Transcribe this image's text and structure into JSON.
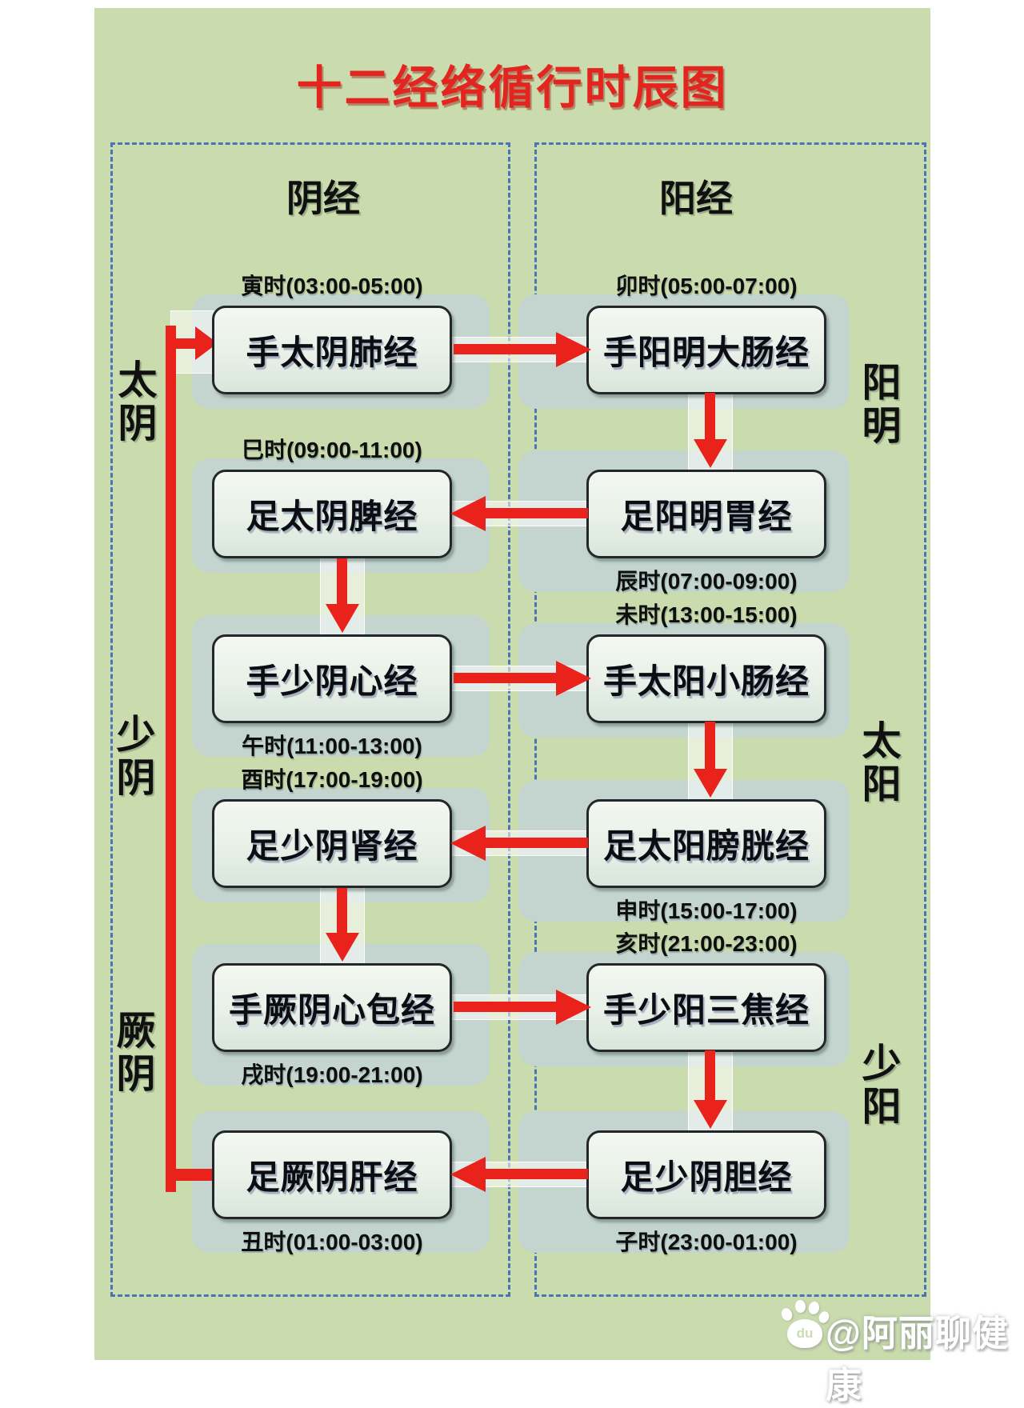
{
  "title": "十二经络循行时辰图",
  "columns": {
    "yin": "阴经",
    "yang": "阳经"
  },
  "side_labels": {
    "left": [
      "太阴",
      "少阴",
      "厥阴"
    ],
    "right": [
      "阳明",
      "太阳",
      "少阳"
    ]
  },
  "rows": [
    {
      "left": {
        "name": "手太阴肺经",
        "time": "寅时(03:00-05:00)",
        "time_pos": "above"
      },
      "right": {
        "name": "手阳明大肠经",
        "time": "卯时(05:00-07:00)",
        "time_pos": "above"
      },
      "arrow": "left-to-right"
    },
    {
      "left": {
        "name": "足太阴脾经",
        "time": "巳时(09:00-11:00)",
        "time_pos": "above"
      },
      "right": {
        "name": "足阳明胃经",
        "time": "辰时(07:00-09:00)",
        "time_pos": "below"
      },
      "arrow": "right-to-left"
    },
    {
      "left": {
        "name": "手少阴心经",
        "time": "午时(11:00-13:00)",
        "time_pos": "below"
      },
      "right": {
        "name": "手太阳小肠经",
        "time": "未时(13:00-15:00)",
        "time_pos": "above"
      },
      "arrow": "left-to-right"
    },
    {
      "left": {
        "name": "足少阴肾经",
        "time": "酉时(17:00-19:00)",
        "time_pos": "above"
      },
      "right": {
        "name": "足太阳膀胱经",
        "time": "申时(15:00-17:00)",
        "time_pos": "below"
      },
      "arrow": "right-to-left"
    },
    {
      "left": {
        "name": "手厥阴心包经",
        "time": "戌时(19:00-21:00)",
        "time_pos": "below"
      },
      "right": {
        "name": "手少阳三焦经",
        "time": "亥时(21:00-23:00)",
        "time_pos": "above"
      },
      "arrow": "left-to-right"
    },
    {
      "left": {
        "name": "足厥阴肝经",
        "time": "丑时(01:00-03:00)",
        "time_pos": "below"
      },
      "right": {
        "name": "足少阴胆经",
        "time": "子时(23:00-01:00)",
        "time_pos": "below"
      },
      "arrow": "right-to-left"
    }
  ],
  "watermark": {
    "handle": "@阿丽聊健康",
    "icon": "baidu-paw-icon",
    "icon_text": "du"
  },
  "colors": {
    "red": "#e9231b",
    "title_red": "#e2251e",
    "panel_green": "#cadcae",
    "band_teal": "#c3d5ce",
    "dashed_blue": "#4a74b4",
    "box_border": "#23262a"
  }
}
